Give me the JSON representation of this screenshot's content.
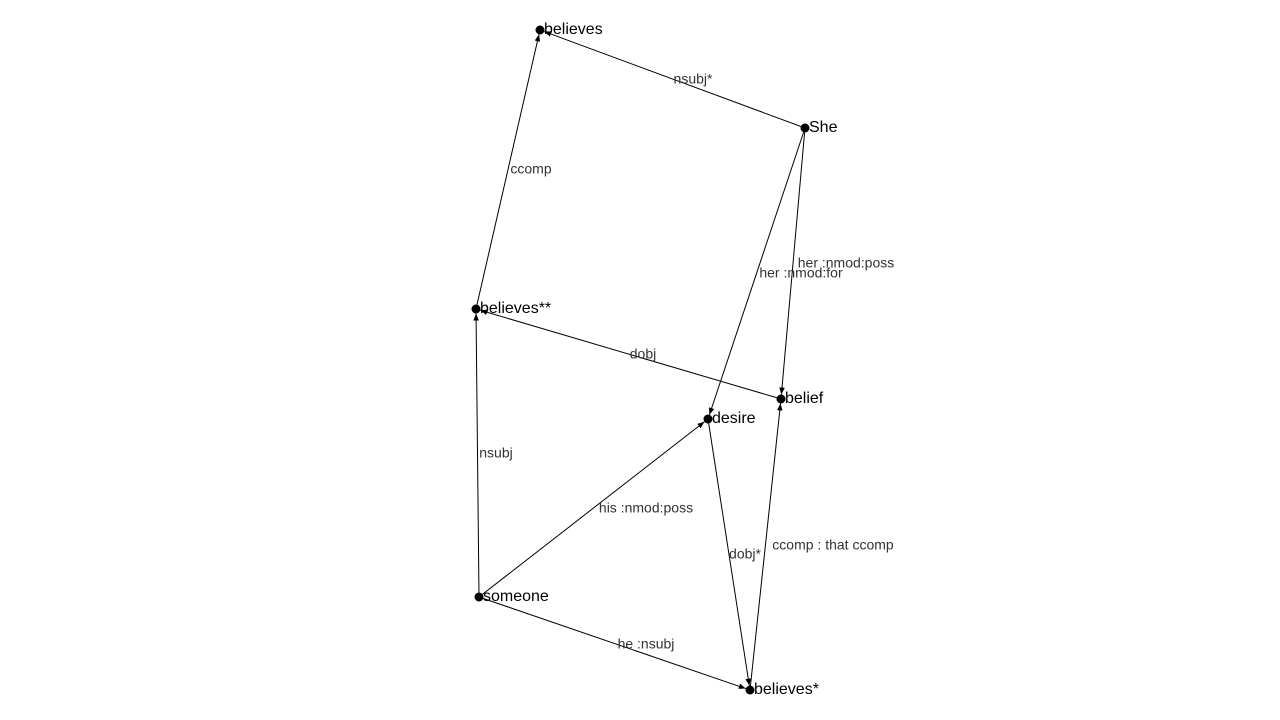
{
  "nodes": [
    {
      "id": "believes_top",
      "label": "believes"
    },
    {
      "id": "she",
      "label": "She"
    },
    {
      "id": "believes_dd",
      "label": "believes**"
    },
    {
      "id": "belief",
      "label": "belief"
    },
    {
      "id": "desire",
      "label": "desire"
    },
    {
      "id": "someone",
      "label": "someone"
    },
    {
      "id": "believes_d",
      "label": "believes*"
    }
  ],
  "edges": [
    {
      "id": "e1",
      "from": "she",
      "to": "believes_top",
      "label": "nsubj*"
    },
    {
      "id": "e2",
      "from": "believes_dd",
      "to": "believes_top",
      "label": "ccomp"
    },
    {
      "id": "e3",
      "from": "she",
      "to": "belief",
      "label": "her :nmod:poss"
    },
    {
      "id": "e4",
      "from": "she",
      "to": "desire",
      "label": "her :nmod:for"
    },
    {
      "id": "e5",
      "from": "belief",
      "to": "believes_dd",
      "label": "dobj"
    },
    {
      "id": "e6",
      "from": "someone",
      "to": "believes_dd",
      "label": "nsubj"
    },
    {
      "id": "e7",
      "from": "someone",
      "to": "desire",
      "label": "his :nmod:poss"
    },
    {
      "id": "e8",
      "from": "desire",
      "to": "believes_d",
      "label": "dobj*"
    },
    {
      "id": "e9",
      "from": "believes_d",
      "to": "belief",
      "label": "ccomp : that ccomp"
    },
    {
      "id": "e10",
      "from": "someone",
      "to": "believes_d",
      "label": "he :nsubj"
    }
  ]
}
